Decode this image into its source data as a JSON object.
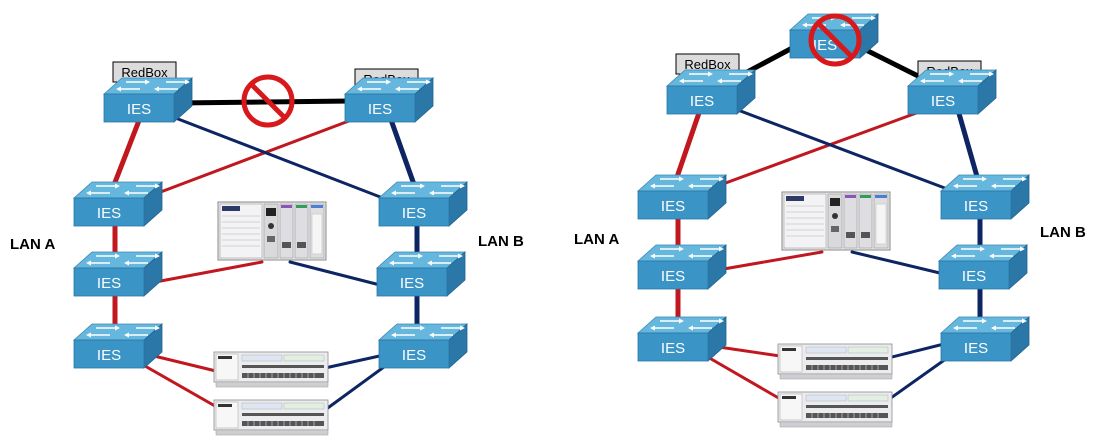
{
  "switch_label": "IES",
  "redbox_label": "RedBox",
  "lan_a_label": "LAN A",
  "lan_b_label": "LAN B",
  "colors": {
    "lan_a": "#c0181e",
    "lan_b": "#0d2563",
    "interlink": "#000000",
    "switch_top": "#66b7dd",
    "switch_front": "#3a94c6",
    "switch_side": "#2a77a8",
    "redbox_fill": "#dcdcdc",
    "blocked": "#d7191c"
  },
  "diagrams": [
    {
      "name": "left-diagram",
      "switches": [
        {
          "id": "s1",
          "kind": "redbox-switch"
        },
        {
          "id": "s2",
          "kind": "redbox-switch"
        },
        {
          "id": "a1",
          "kind": "switch"
        },
        {
          "id": "a2",
          "kind": "switch"
        },
        {
          "id": "a3",
          "kind": "switch"
        },
        {
          "id": "b1",
          "kind": "switch"
        },
        {
          "id": "b2",
          "kind": "switch"
        },
        {
          "id": "b3",
          "kind": "switch"
        }
      ],
      "blocked_link": "s1-s2"
    },
    {
      "name": "right-diagram",
      "switches": [
        {
          "id": "top",
          "kind": "switch"
        },
        {
          "id": "s1",
          "kind": "redbox-switch"
        },
        {
          "id": "s2",
          "kind": "redbox-switch"
        },
        {
          "id": "a1",
          "kind": "switch"
        },
        {
          "id": "a2",
          "kind": "switch"
        },
        {
          "id": "a3",
          "kind": "switch"
        },
        {
          "id": "b1",
          "kind": "switch"
        },
        {
          "id": "b2",
          "kind": "switch"
        },
        {
          "id": "b3",
          "kind": "switch"
        }
      ],
      "blocked_link": "top-switch"
    }
  ]
}
